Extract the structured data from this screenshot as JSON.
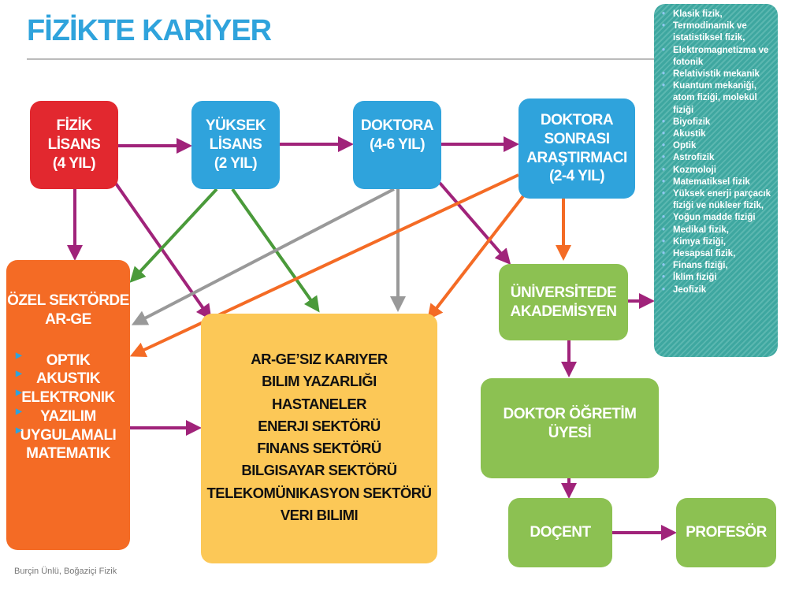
{
  "title": "FİZİKTE KARİYER",
  "boxes": {
    "lisans": [
      "FİZİK",
      "LİSANS",
      "(4 YIL)"
    ],
    "yuksek_lisans": [
      "YÜKSEK",
      "LİSANS",
      "(2 YIL)"
    ],
    "doktora": [
      "DOKTORA",
      "(4-6 YIL)"
    ],
    "postdoc": [
      "DOKTORA",
      "SONRASI",
      "ARAŞTIRMACI",
      "(2-4 YIL)"
    ],
    "ozel": {
      "title": [
        "ÖZEL SEKTÖRDE",
        "AR-GE"
      ],
      "items": [
        "OPTIK",
        "AKUSTIK",
        "ELEKTRONIK",
        "YAZILIM",
        "UYGULAMALI",
        "MATEMATIK"
      ]
    },
    "argesiz": [
      "AR-GE’SIZ KARIYER",
      "BILIM YAZARLIĞI",
      "HASTANELER",
      "ENERJI SEKTÖRÜ",
      "FINANS SEKTÖRÜ",
      "BILGISAYAR SEKTÖRÜ",
      "TELEKOMÜNIKASYON SEKTÖRÜ",
      "VERI BILIMI"
    ],
    "akademisyen": [
      "ÜNİVERSİTEDE",
      "AKADEMİSYEN"
    ],
    "ogretim_uyesi": "DOKTOR ÖĞRETİM ÜYESİ",
    "docent": "DOÇENT",
    "profesor": "PROFESÖR"
  },
  "fields": [
    "Klasik fizik,",
    "Termodinamik ve istatistiksel fizik,",
    "Elektromagnetizma ve fotonik",
    "Relativistik mekanik",
    "Kuantum mekaniği, atom fiziği, molekül fiziği",
    "Biyofizik",
    "Akustik",
    "Optik",
    "Astrofizik",
    "Kozmoloji",
    "Matematiksel fizik",
    "Yüksek enerji parçacık fiziği ve nükleer fizik,",
    "Yoğun madde fiziği",
    "Medikal fizik,",
    "Kimya fiziği,",
    "Hesapsal fizik,",
    "Finans fiziği,",
    "İklim fiziği",
    "Jeofizik"
  ],
  "footer": "Burçin Ünlü, Boğaziçi Fizik",
  "colors": {
    "purple": "#a0237a",
    "green": "#4a9a3a",
    "grey": "#999999",
    "orange": "#f46b25"
  }
}
